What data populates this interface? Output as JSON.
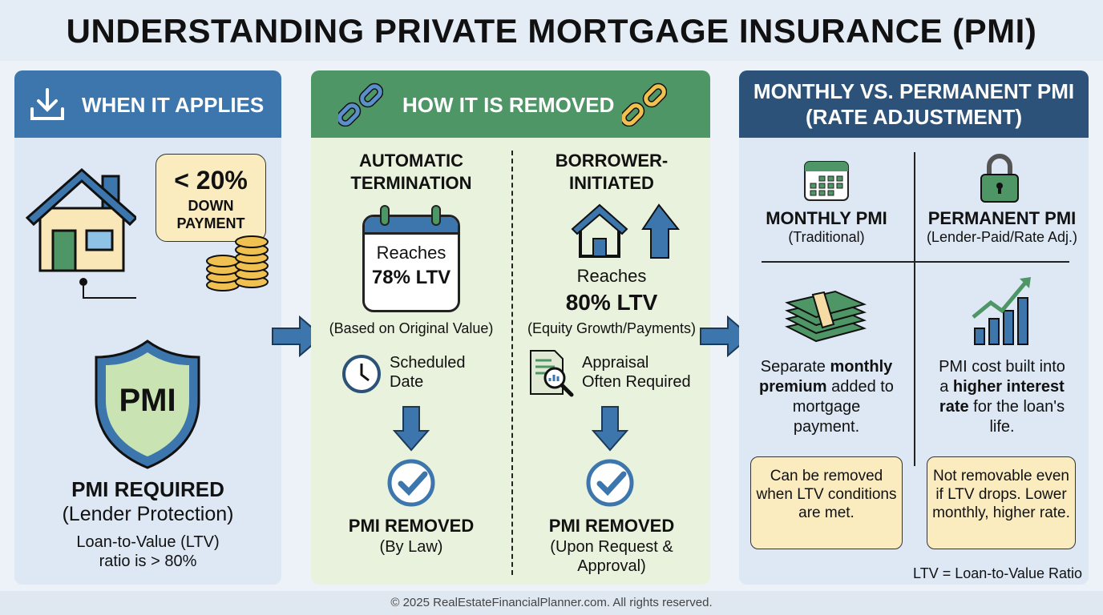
{
  "title": "UNDERSTANDING PRIVATE MORTGAGE INSURANCE (PMI)",
  "left": {
    "header": "WHEN IT APPLIES",
    "bubble_big": "< 20%",
    "bubble_small": "DOWN PAYMENT",
    "shield": "PMI",
    "required": "PMI REQUIRED",
    "protection": "(Lender Protection)",
    "ltv_line1": "Loan-to-Value (LTV)",
    "ltv_line2": "ratio is > 80%"
  },
  "middle": {
    "header": "HOW IT IS REMOVED",
    "auto": {
      "title1": "AUTOMATIC",
      "title2": "TERMINATION",
      "cal1": "Reaches",
      "cal2": "78% LTV",
      "basis": "(Based on Original Value)",
      "sched1": "Scheduled",
      "sched2": "Date",
      "result": "PMI REMOVED",
      "result_sub": "(By Law)"
    },
    "borrower": {
      "title1": "BORROWER-",
      "title2": "INITIATED",
      "reach1": "Reaches",
      "reach2": "80% LTV",
      "basis": "(Equity Growth/Payments)",
      "appr1": "Appraisal",
      "appr2": "Often Required",
      "result": "PMI REMOVED",
      "result_sub1": "(Upon Request &",
      "result_sub2": "Approval)"
    }
  },
  "right": {
    "header1": "MONTHLY VS. PERMANENT PMI",
    "header2": "(RATE ADJUSTMENT)",
    "monthly": {
      "title": "MONTHLY PMI",
      "sub": "(Traditional)",
      "d1": "Separate ",
      "d1b": "monthly",
      "d2b": "premium",
      "d2": " added to",
      "d3": "mortgage",
      "d4": "payment.",
      "note": "Can be removed when LTV conditions are met."
    },
    "permanent": {
      "title": "PERMANENT PMI",
      "sub": "(Lender-Paid/Rate Adj.)",
      "d1": "PMI cost built into",
      "d2": "a ",
      "d2b": "higher interest",
      "d3b": "rate",
      "d3": " for the loan's",
      "d4": "life.",
      "note": "Not removable even if LTV drops. Lower monthly, higher rate."
    },
    "legend": "LTV = Loan-to-Value Ratio"
  },
  "footer": "© 2025 RealEstateFinancialPlanner.com. All rights reserved.",
  "colors": {
    "blue": "#3d76ad",
    "green": "#4f9666",
    "navy": "#2c5279",
    "note": "#fbecc0"
  }
}
